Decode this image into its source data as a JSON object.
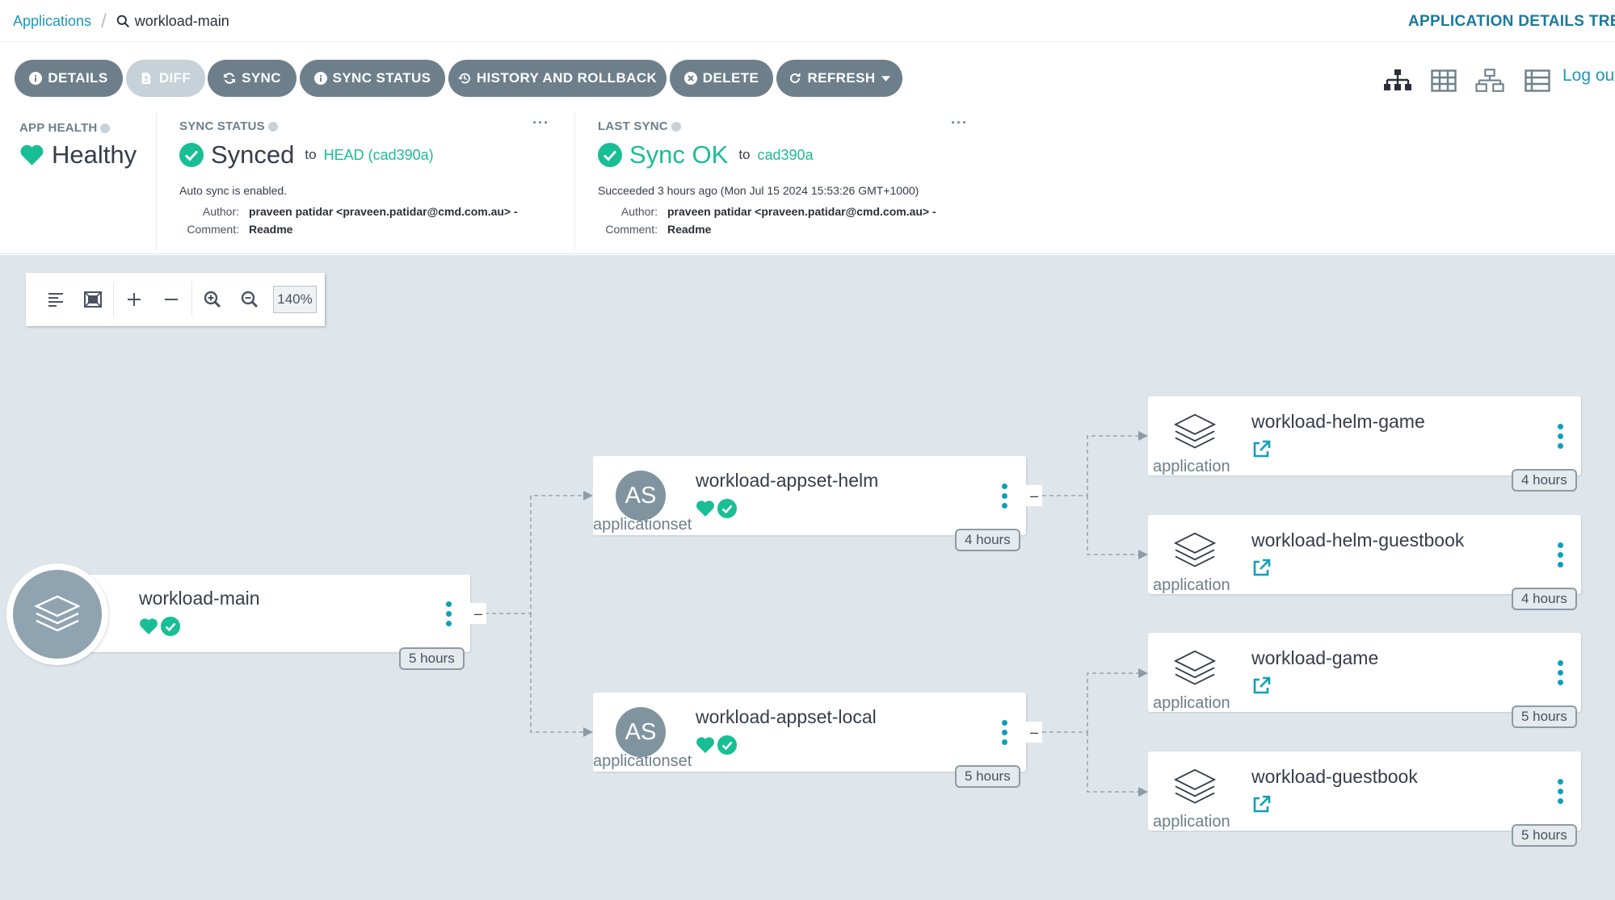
{
  "breadcrumb": {
    "root": "Applications",
    "current": "workload-main"
  },
  "page_title": "APPLICATION DETAILS TREE",
  "toolbar": {
    "details": "DETAILS",
    "diff": "DIFF",
    "sync": "SYNC",
    "sync_status": "SYNC STATUS",
    "history": "HISTORY AND ROLLBACK",
    "delete": "DELETE",
    "refresh": "REFRESH"
  },
  "logout": "Log out",
  "status": {
    "app_health": {
      "label": "APP HEALTH",
      "value": "Healthy"
    },
    "sync_status": {
      "label": "SYNC STATUS",
      "value": "Synced",
      "to": "to",
      "revision": "HEAD (cad390a)",
      "auto_sync": "Auto sync is enabled.",
      "author_label": "Author:",
      "author": "praveen patidar <praveen.patidar@cmd.com.au> -",
      "comment_label": "Comment:",
      "comment": "Readme"
    },
    "last_sync": {
      "label": "LAST SYNC",
      "value": "Sync OK",
      "to": "to",
      "revision": "cad390a",
      "succeeded": "Succeeded 3 hours ago (Mon Jul 15 2024 15:53:26 GMT+1000)",
      "author_label": "Author:",
      "author": "praveen patidar <praveen.patidar@cmd.com.au> -",
      "comment_label": "Comment:",
      "comment": "Readme"
    },
    "more": "···"
  },
  "zoom": {
    "value": "140%"
  },
  "graph": {
    "root": {
      "name": "workload-main",
      "age": "5 hours",
      "collapse": "–"
    },
    "appsets": [
      {
        "badge": "AS",
        "name": "workload-appset-helm",
        "kind": "applicationset",
        "age": "4 hours",
        "collapse": "–"
      },
      {
        "badge": "AS",
        "name": "workload-appset-local",
        "kind": "applicationset",
        "age": "5 hours",
        "collapse": "–"
      }
    ],
    "apps": [
      {
        "name": "workload-helm-game",
        "kind": "application",
        "age": "4 hours"
      },
      {
        "name": "workload-helm-guestbook",
        "kind": "application",
        "age": "4 hours"
      },
      {
        "name": "workload-game",
        "kind": "application",
        "age": "5 hours"
      },
      {
        "name": "workload-guestbook",
        "kind": "application",
        "age": "5 hours"
      }
    ]
  },
  "colors": {
    "accent": "#1f96bb",
    "healthy": "#18be94",
    "button": "#6d7f8b",
    "graph_bg": "#dee6eb",
    "kebab": "#0ea0b8"
  }
}
